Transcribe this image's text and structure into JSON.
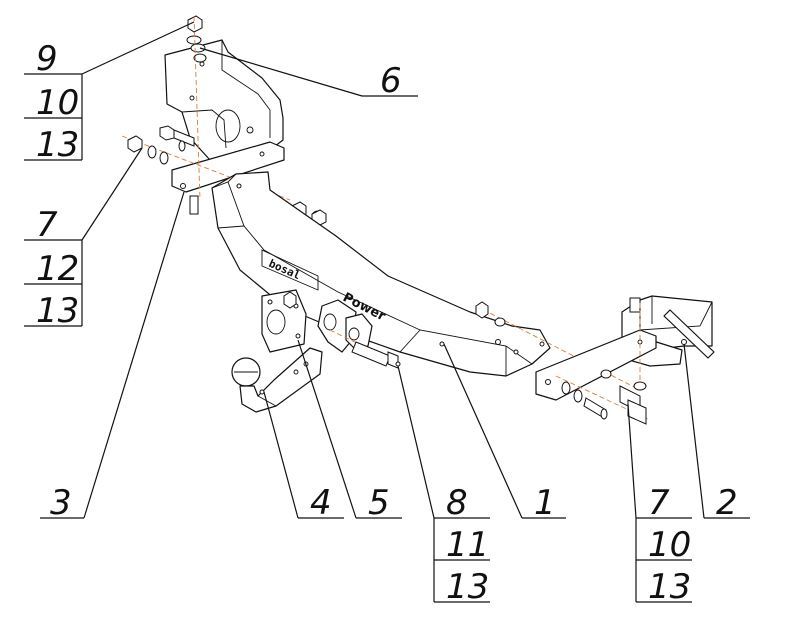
{
  "callouts": [
    {
      "id": "c9",
      "label": "9"
    },
    {
      "id": "c10a",
      "label": "10"
    },
    {
      "id": "c13a",
      "label": "13"
    },
    {
      "id": "c6",
      "label": "6"
    },
    {
      "id": "c7a",
      "label": "7"
    },
    {
      "id": "c12",
      "label": "12"
    },
    {
      "id": "c13b",
      "label": "13"
    },
    {
      "id": "c3",
      "label": "3"
    },
    {
      "id": "c4",
      "label": "4"
    },
    {
      "id": "c5",
      "label": "5"
    },
    {
      "id": "c8",
      "label": "8"
    },
    {
      "id": "c11",
      "label": "11"
    },
    {
      "id": "c13c",
      "label": "13"
    },
    {
      "id": "c1",
      "label": "1"
    },
    {
      "id": "c7b",
      "label": "7"
    },
    {
      "id": "c10b",
      "label": "10"
    },
    {
      "id": "c13d",
      "label": "13"
    },
    {
      "id": "c2",
      "label": "2"
    }
  ],
  "beam_marking": {
    "brand": "bosal",
    "model": "Power"
  }
}
